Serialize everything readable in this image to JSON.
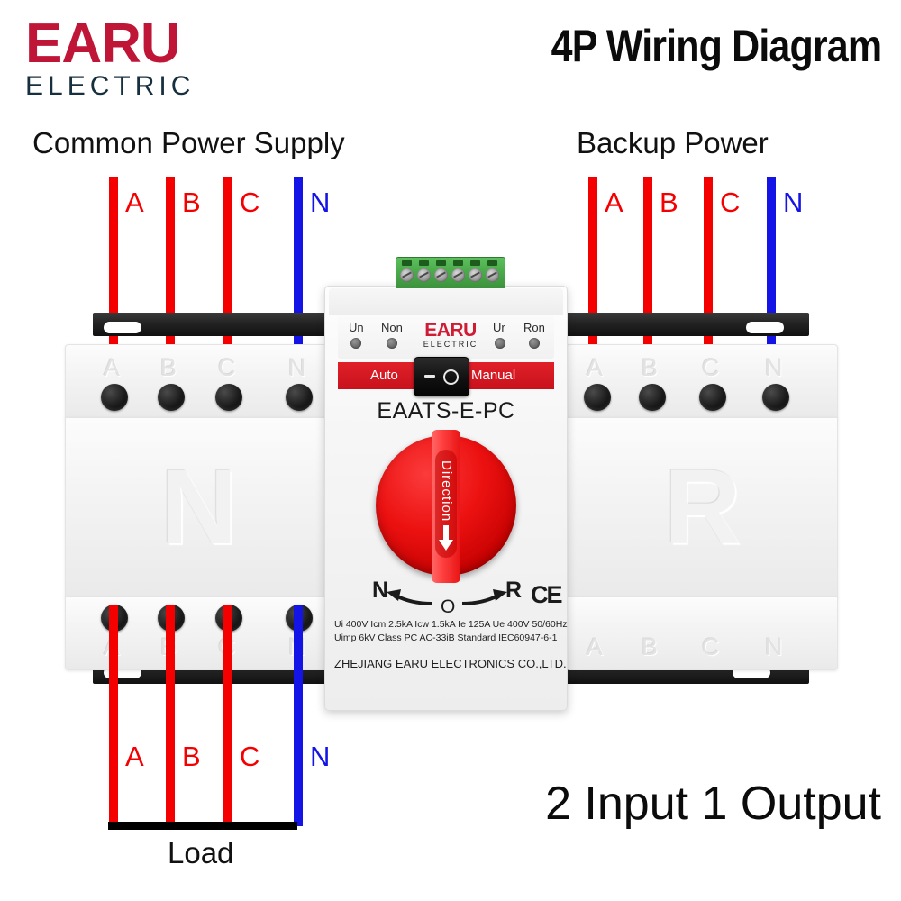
{
  "brand": {
    "mark": "EARU",
    "sub": "ELECTRIC"
  },
  "headings": {
    "title": "4P Wiring Diagram",
    "io_summary": "2 Input 1 Output",
    "source_left": "Common Power Supply",
    "source_right": "Backup Power",
    "load": "Load"
  },
  "phases": {
    "labels": [
      "A",
      "B",
      "C",
      "N"
    ],
    "colors": {
      "line": "#f50000",
      "neutral": "#1414e6"
    }
  },
  "housing": {
    "left_emboss": "N",
    "right_emboss": "R",
    "terminal_letters": [
      "A",
      "B",
      "C",
      "N"
    ]
  },
  "device": {
    "model": "EAATS-E-PC",
    "logo_mark": "EARU",
    "logo_sub": "ELECTRIC",
    "leds": [
      {
        "name": "Un"
      },
      {
        "name": "Non"
      },
      {
        "name": "Ur"
      },
      {
        "name": "Ron"
      }
    ],
    "mode_left": "Auto",
    "mode_right": "Manual",
    "rocker": {
      "off_symbol": "–",
      "on_symbol": "O"
    },
    "knob": {
      "direction_label": "Direction",
      "position_left": "N",
      "position_center": "O",
      "position_right": "R"
    },
    "ce_mark": "CE",
    "spec_line1": "Ui 400V  Icm 2.5kA  Icw 1.5kA  Ie  125A  Ue   400V   50/60Hz",
    "spec_line2": "Uimp 6kV    Class PC    AC-33iB    Standard IEC60947-6-1",
    "manufacturer": "ZHEJIANG EARU ELECTRONICS CO.,LTD."
  }
}
